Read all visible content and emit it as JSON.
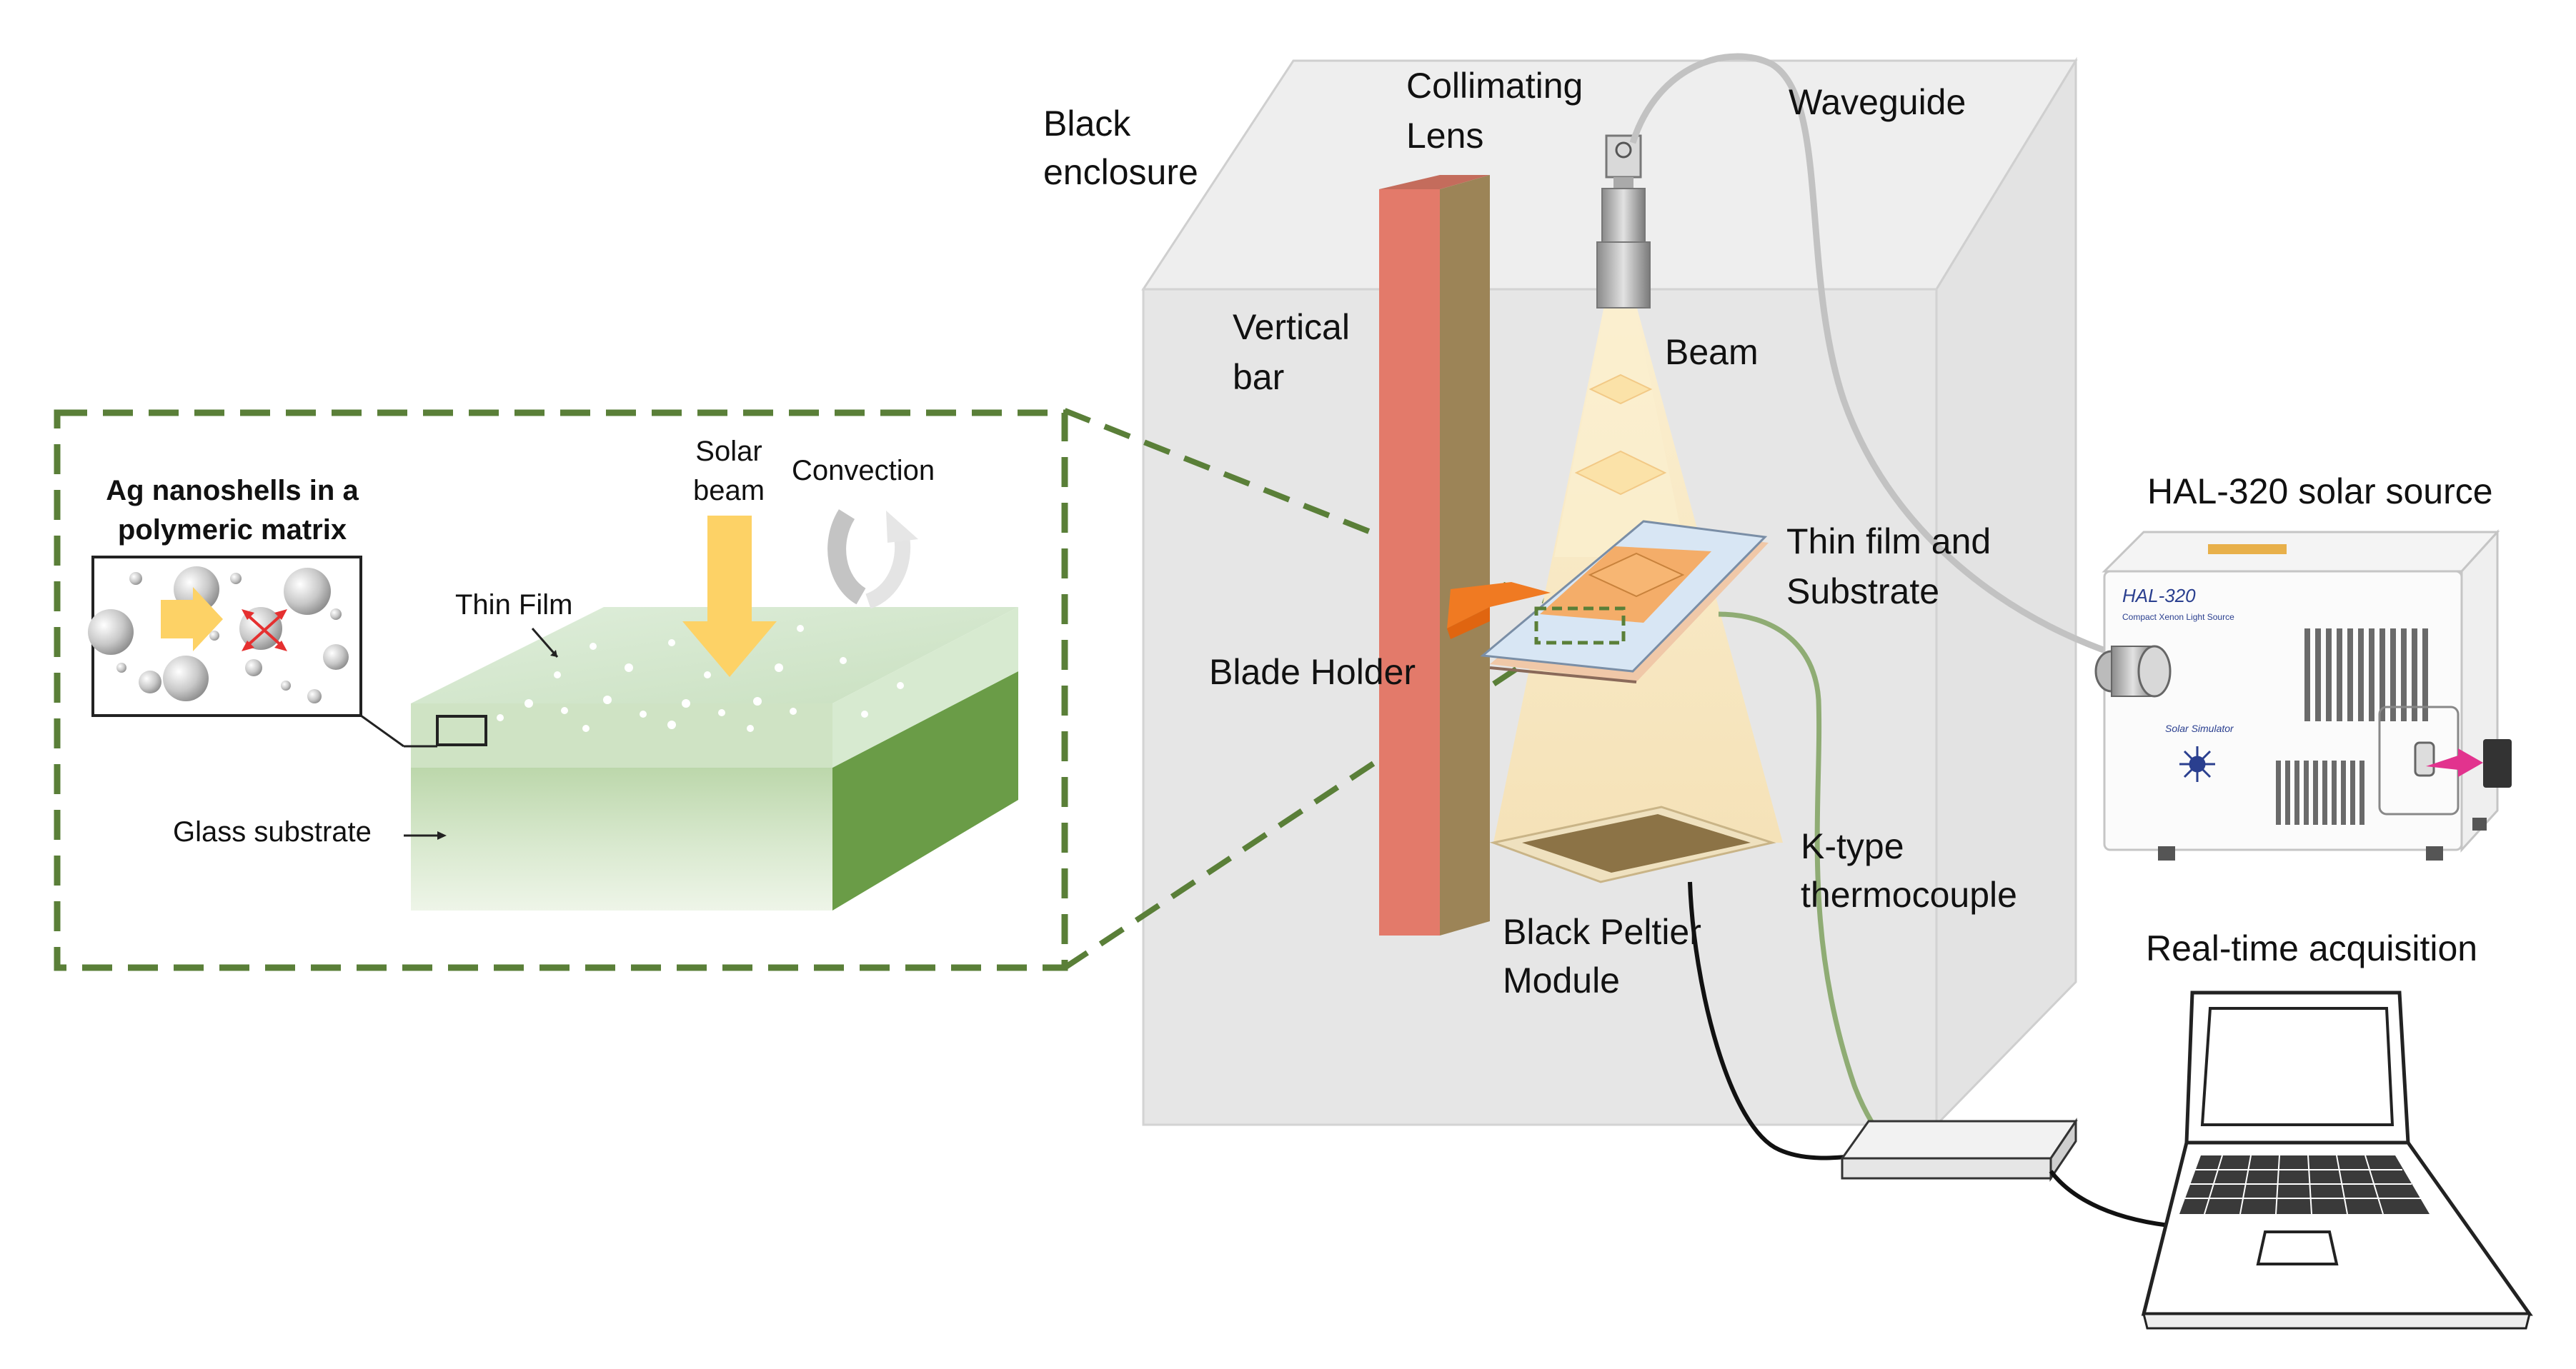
{
  "inset": {
    "nanoshells_title": [
      "Ag nanoshells in a",
      "polymeric matrix"
    ],
    "solar_beam": [
      "Solar",
      "beam"
    ],
    "convection": "Convection",
    "thin_film": "Thin Film",
    "glass_substrate": "Glass substrate"
  },
  "setup": {
    "black_enclosure": [
      "Black",
      "enclosure"
    ],
    "collimating_lens": [
      "Collimating",
      "Lens"
    ],
    "waveguide": "Waveguide",
    "vertical_bar": [
      "Vertical",
      "bar"
    ],
    "beam": "Beam",
    "thin_film_substrate": [
      "Thin film and",
      "Substrate"
    ],
    "blade_holder": "Blade Holder",
    "k_type": [
      "K-type",
      "thermocouple"
    ],
    "peltier": [
      "Black Peltier",
      "Module"
    ]
  },
  "devices": {
    "solar_source_title": "HAL-320 solar source",
    "hal_label": "HAL-320",
    "hal_sublabel": "Compact Xenon Light Source",
    "hal_brand": "Solar Simulator",
    "acquisition_title": "Real-time acquisition"
  },
  "colors": {
    "inset_border": "#5a7f38",
    "film_green_dark": "#6a9c47",
    "vertical_bar_front": "#e37a6a",
    "vertical_bar_side": "#9c8457",
    "beam_fill": "#f8e7bd",
    "film_orange": "#f7a65a",
    "enclosure_gray": "#e6e6e6",
    "thermocouple_wire": "#8fac74",
    "arrow_yellow": "#fdd266",
    "arrow_magenta": "#e2338e"
  }
}
